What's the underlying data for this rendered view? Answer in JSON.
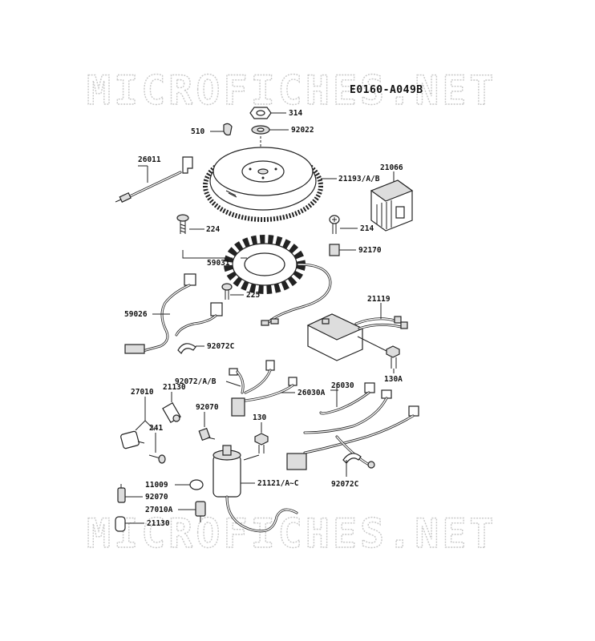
{
  "diagram": {
    "code": "E0160-A049B",
    "watermark_text": "MICROFICHES.NET",
    "part_labels": [
      {
        "id": "314",
        "text": "314"
      },
      {
        "id": "510",
        "text": "510"
      },
      {
        "id": "92022",
        "text": "92022"
      },
      {
        "id": "26011",
        "text": "26011"
      },
      {
        "id": "21066",
        "text": "21066"
      },
      {
        "id": "21193",
        "text": "21193/A/B"
      },
      {
        "id": "224",
        "text": "224"
      },
      {
        "id": "214",
        "text": "214"
      },
      {
        "id": "92170",
        "text": "92170"
      },
      {
        "id": "59031",
        "text": "59031"
      },
      {
        "id": "225",
        "text": "225"
      },
      {
        "id": "21119",
        "text": "21119"
      },
      {
        "id": "59026",
        "text": "59026"
      },
      {
        "id": "92072C_a",
        "text": "92072C"
      },
      {
        "id": "92072AB",
        "text": "92072/A/B"
      },
      {
        "id": "130A",
        "text": "130A"
      },
      {
        "id": "26030A",
        "text": "26030A"
      },
      {
        "id": "26030",
        "text": "26030"
      },
      {
        "id": "27010",
        "text": "27010"
      },
      {
        "id": "21130_a",
        "text": "21130"
      },
      {
        "id": "92070_a",
        "text": "92070"
      },
      {
        "id": "241",
        "text": "241"
      },
      {
        "id": "130",
        "text": "130"
      },
      {
        "id": "92072C_b",
        "text": "92072C"
      },
      {
        "id": "11009",
        "text": "11009"
      },
      {
        "id": "21121",
        "text": "21121/A~C"
      },
      {
        "id": "92070_b",
        "text": "92070"
      },
      {
        "id": "27010A",
        "text": "27010A"
      },
      {
        "id": "21130_b",
        "text": "21130"
      }
    ]
  }
}
